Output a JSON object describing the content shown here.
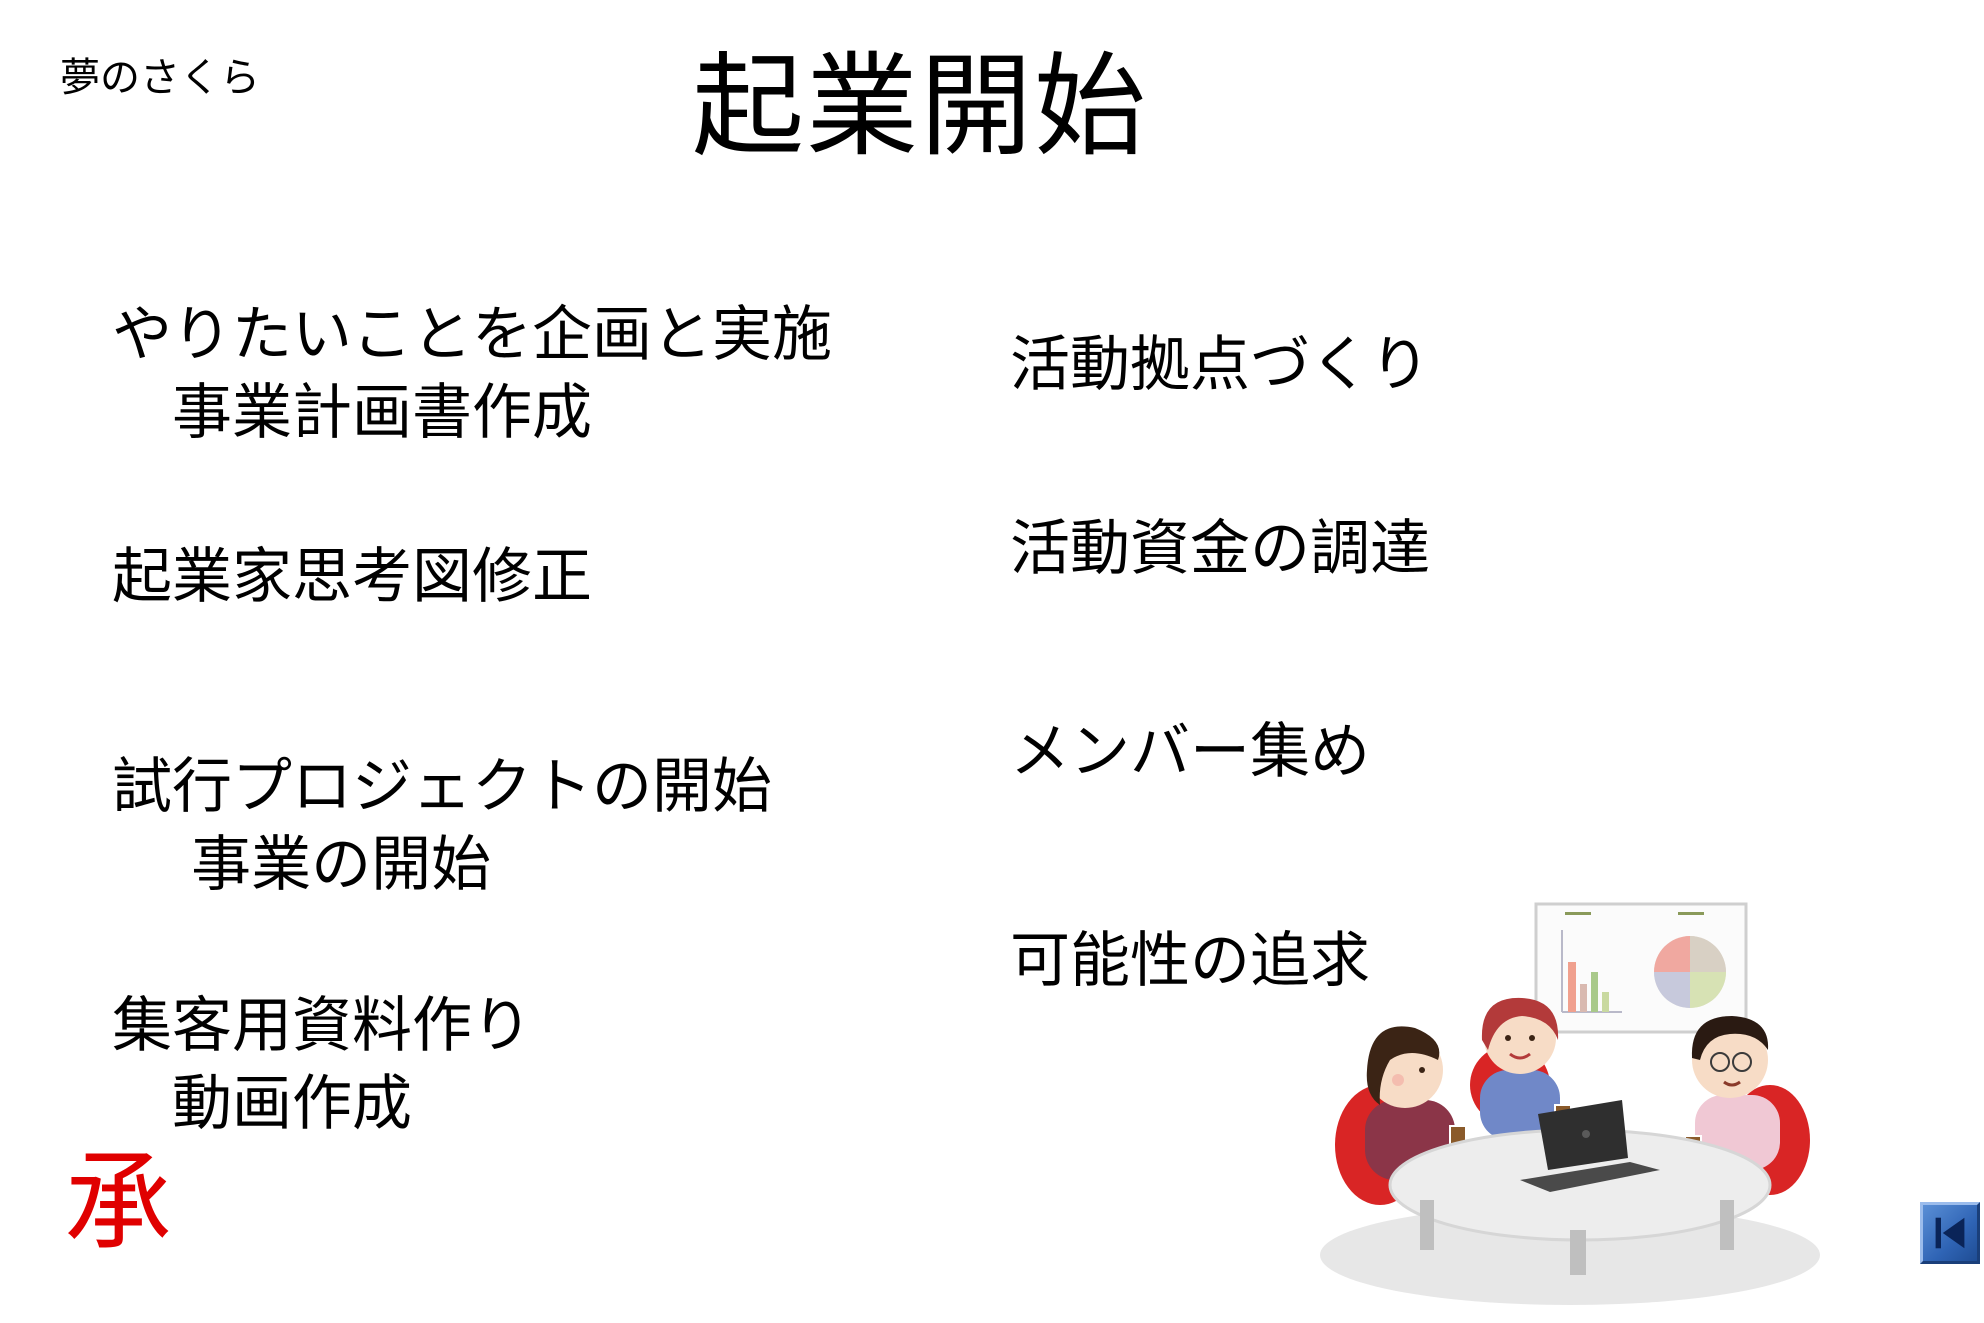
{
  "brand": "夢のさくら",
  "title": "起業開始",
  "left_items": [
    {
      "line1": "やりたいことを企画と実施",
      "line2": "　事業計画書作成"
    },
    {
      "line1": "起業家思考図修正",
      "line2": ""
    },
    {
      "line1": "試行プロジェクトの開始",
      "line2": "　 事業の開始"
    },
    {
      "line1": "集客用資料作り",
      "line2": "　動画作成"
    }
  ],
  "right_items": [
    {
      "line1": "活動拠点づくり"
    },
    {
      "line1": "活動資金の調達"
    },
    {
      "line1": "メンバー集め"
    },
    {
      "line1": "可能性の追求"
    }
  ],
  "mark": "承",
  "colors": {
    "mark": "#e00000",
    "nav_button": "#2f64b5"
  },
  "icons": {
    "nav": "back-to-start-icon",
    "illustration": "meeting-illustration"
  }
}
